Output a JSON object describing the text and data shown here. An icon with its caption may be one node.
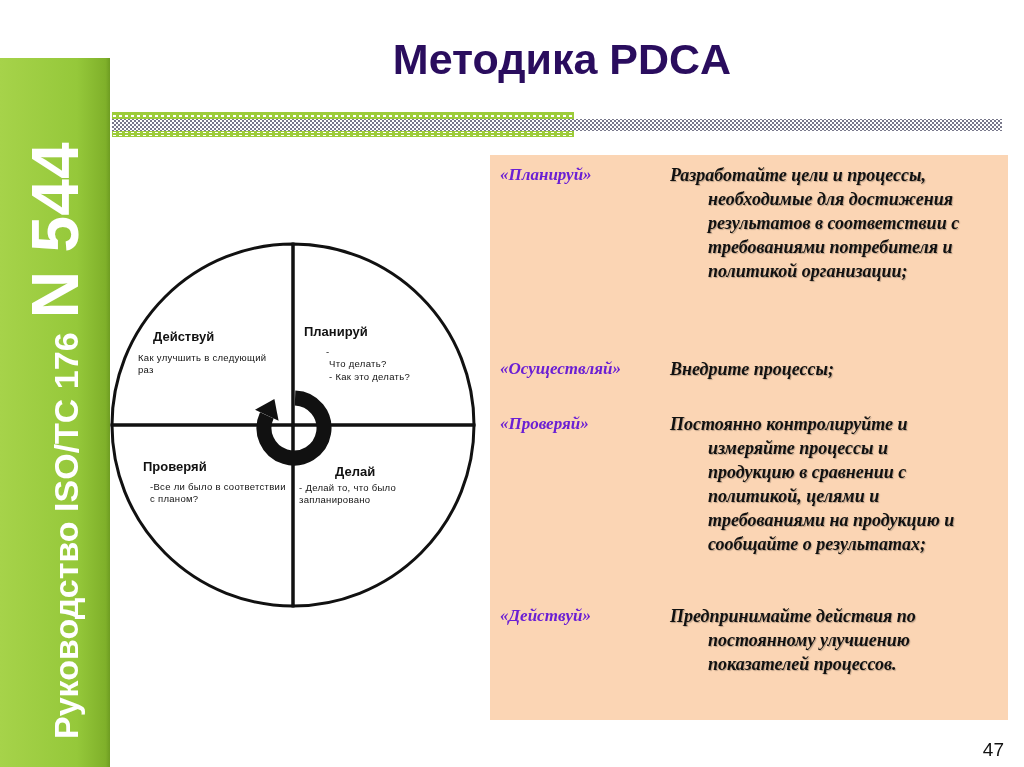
{
  "diagram": {
    "title": "Методика PDCA",
    "nodes": [
      {
        "text": [
          "Руководство ISO/TC 176",
          "N 544"
        ]
      },
      {
        "text": [
          "Действуй",
          "Как улучшить в следующий раз"
        ]
      },
      {
        "text": [
          "Планируй",
          "-",
          "Что делать?",
          "- Как это делать?"
        ]
      },
      {
        "text": [
          "Проверяй",
          "-Все ли было в соответствии с планом?"
        ]
      },
      {
        "text": [
          "Делай",
          "- Делай то, что было запланировано"
        ]
      },
      {
        "text": [
          "«Планируй»",
          "Разработайте цели и процессы, необходимые для достижения результатов в соответствии с требованиями потребителя и политикой организации;",
          "«Осуществляй»",
          "Внедрите процессы;",
          "«Проверяй»",
          "Постоянно контролируйте и измеряйте процессы и продукцию в сравнении с политикой, целями и требованиями на продукцию и сообщайте о результатах;",
          "«Действуй»",
          "Предпринимайте действия по постоянному улучшению показателей процессов."
        ]
      }
    ],
    "labels": [
      "47"
    ]
  }
}
